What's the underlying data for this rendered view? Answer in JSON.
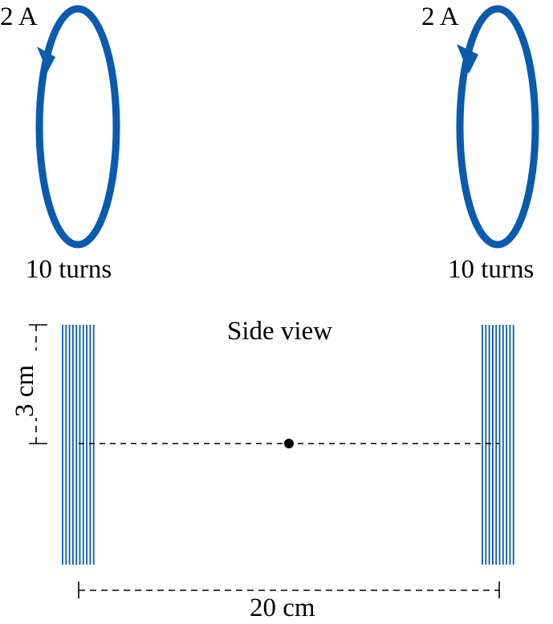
{
  "coils": [
    {
      "current": "2 A",
      "turns": "10 turns"
    },
    {
      "current": "2 A",
      "turns": "10 turns"
    }
  ],
  "side_view": {
    "title": "Side view",
    "radius_label": "3 cm",
    "separation_label": "20 cm",
    "turns_count": 10
  },
  "colors": {
    "coil": "#0a5aad",
    "line": "#000000"
  }
}
